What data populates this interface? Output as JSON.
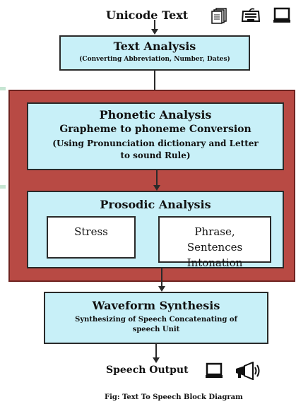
{
  "input": {
    "label": "Unicode Text",
    "icons": [
      "document-stack-icon",
      "keyboard-icon",
      "monitor-icon"
    ]
  },
  "text_analysis": {
    "title": "Text Analysis",
    "subtitle": "(Converting Abbreviation, Number, Dates)"
  },
  "phonetic_analysis": {
    "title": "Phonetic Analysis",
    "subtitle": "Grapheme to phoneme Conversion",
    "note": "(Using Pronunciation dictionary and Letter to sound Rule)"
  },
  "prosodic_analysis": {
    "title": "Prosodic Analysis",
    "stress": "Stress",
    "phrase": "Phrase, Sentences Intonation"
  },
  "waveform_synthesis": {
    "title": "Waveform Synthesis",
    "subtitle": "Synthesizing of Speech Concatenating of speech Unit"
  },
  "output": {
    "label": "Speech Output",
    "icons": [
      "monitor-icon",
      "megaphone-icon"
    ]
  },
  "caption": "Fig: Text To Speech Block Diagram",
  "colors": {
    "box_fill": "#c8f0f8",
    "frame_fill": "#b84a44",
    "border": "#2a2a2a"
  }
}
